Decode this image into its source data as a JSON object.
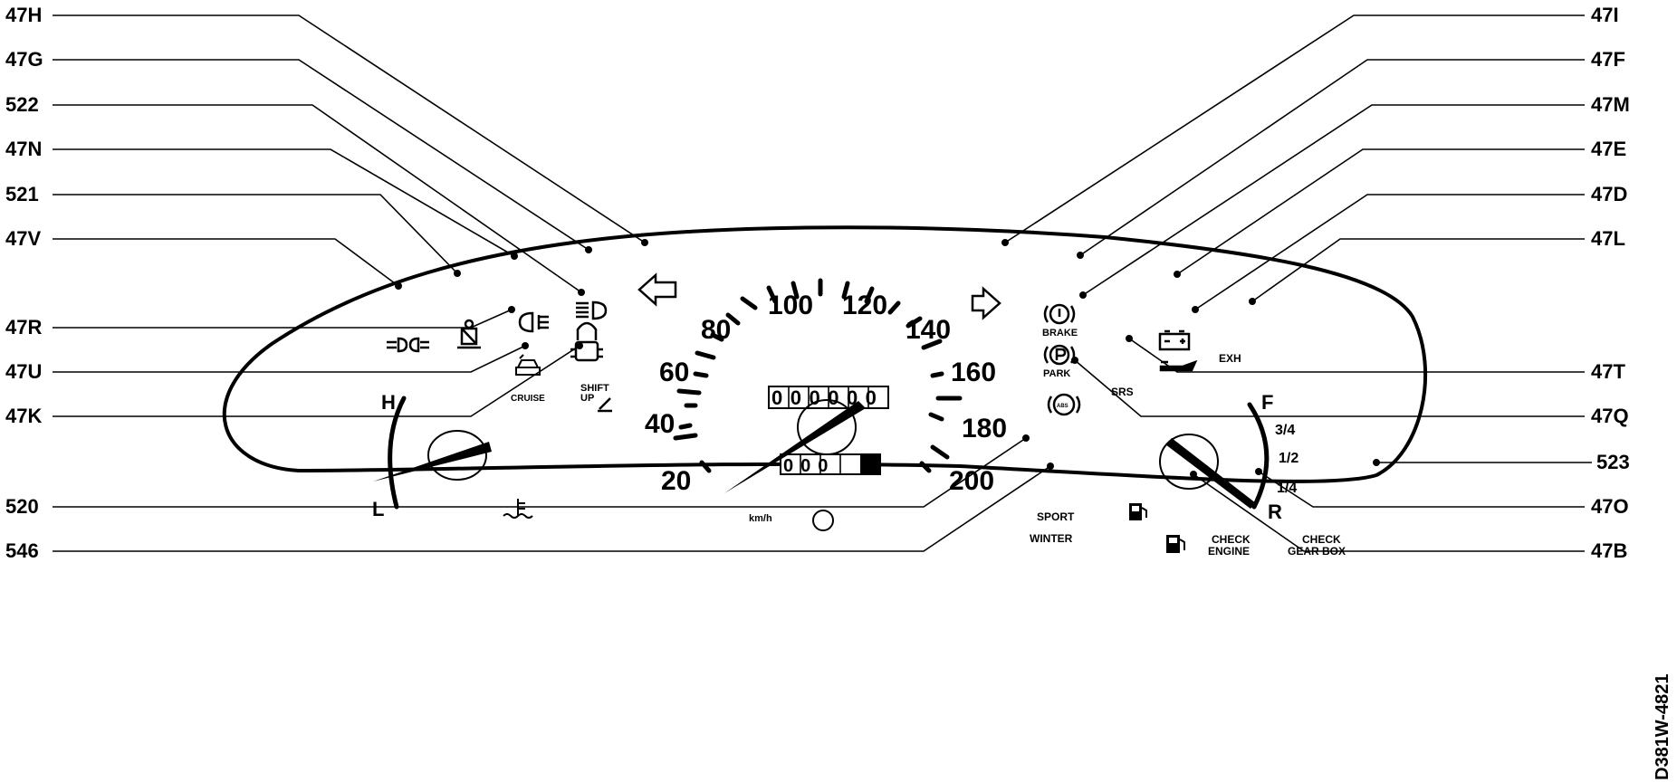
{
  "callouts_left": [
    "47H",
    "47G",
    "522",
    "47N",
    "521",
    "47V",
    "47R",
    "47U",
    "47K",
    "520",
    "546"
  ],
  "callouts_right": [
    "47I",
    "47F",
    "47M",
    "47E",
    "47D",
    "47L",
    "47T",
    "47Q",
    "523",
    "47O",
    "47B"
  ],
  "speedometer": {
    "ticks": [
      "20",
      "40",
      "60",
      "80",
      "100",
      "120",
      "140",
      "160",
      "180",
      "200"
    ],
    "unit": "km/h",
    "odometer": "000000",
    "trip": "000"
  },
  "temp_gauge": {
    "high": "H",
    "low": "L"
  },
  "fuel_gauge": {
    "full": "F",
    "three_quarter": "3/4",
    "half": "1/2",
    "quarter": "1/4",
    "reserve": "R"
  },
  "indicators": {
    "cruise": "CRUISE",
    "shift_up_1": "SHIFT",
    "shift_up_2": "UP",
    "brake": "BRAKE",
    "park": "PARK",
    "abs": "ABS",
    "srs": "SRS",
    "exh": "EXH",
    "sport": "SPORT",
    "winter": "WINTER",
    "check_engine_1": "CHECK",
    "check_engine_2": "ENGINE",
    "check_gearbox_1": "CHECK",
    "check_gearbox_2": "GEAR BOX"
  },
  "figure_code": "D381W-4821"
}
